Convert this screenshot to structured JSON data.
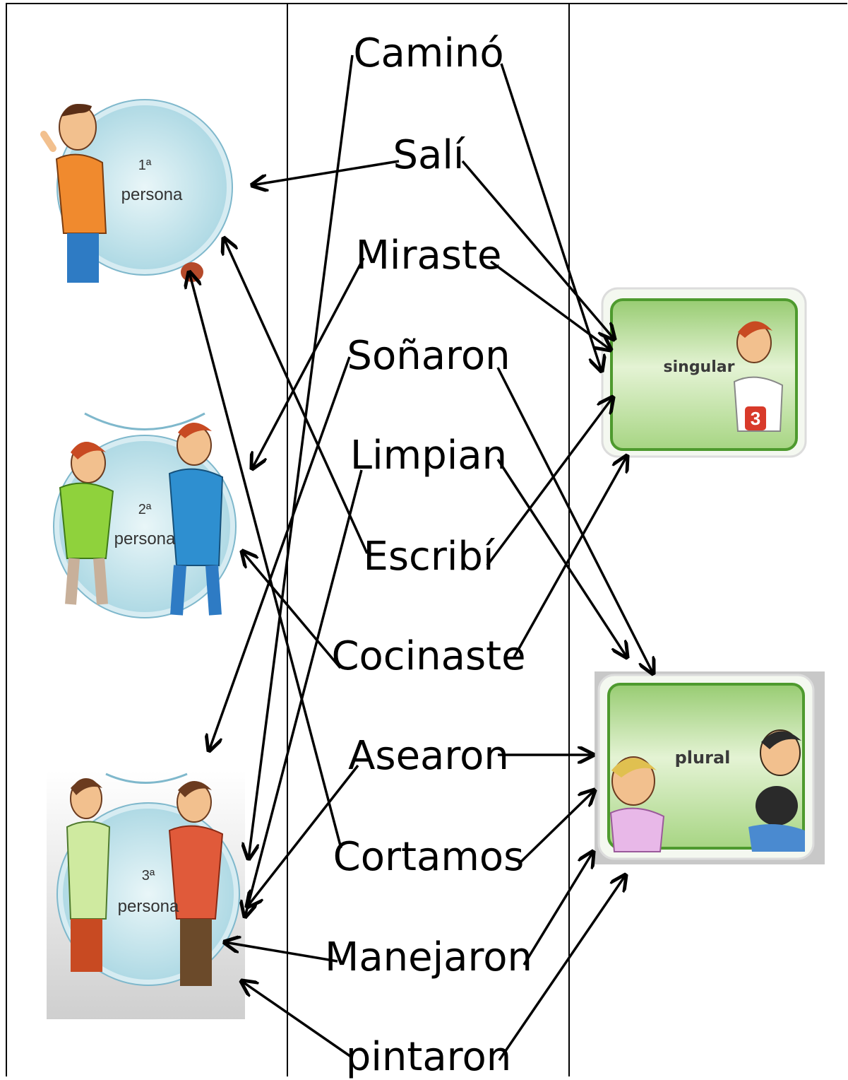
{
  "words": [
    {
      "id": "camino",
      "text": "Caminó"
    },
    {
      "id": "sali",
      "text": "Salí"
    },
    {
      "id": "miraste",
      "text": "Miraste"
    },
    {
      "id": "sonaron",
      "text": "Soñaron"
    },
    {
      "id": "limpian",
      "text": "Limpian"
    },
    {
      "id": "escribi",
      "text": "Escribí"
    },
    {
      "id": "cocinaste",
      "text": "Cocinaste"
    },
    {
      "id": "asearon",
      "text": "Asearon"
    },
    {
      "id": "cortamos",
      "text": "Cortamos"
    },
    {
      "id": "manejaron",
      "text": "Manejaron"
    },
    {
      "id": "pintaron",
      "text": "pintaron"
    }
  ],
  "persons": [
    {
      "id": "first",
      "ordinal": "1ª",
      "label": "persona"
    },
    {
      "id": "second",
      "ordinal": "2ª",
      "label": "persona"
    },
    {
      "id": "third",
      "ordinal": "3ª",
      "label": "persona"
    }
  ],
  "numbers": [
    {
      "id": "singular",
      "label": "singular",
      "badge": "3"
    },
    {
      "id": "plural",
      "label": "plural"
    }
  ],
  "colors": {
    "circle_fill": "#c9e7ee",
    "circle_ring": "#7fb8cc",
    "card_border": "#4e9a2e",
    "card_fill": "#b8dc98",
    "badge": "#d83a2a"
  }
}
